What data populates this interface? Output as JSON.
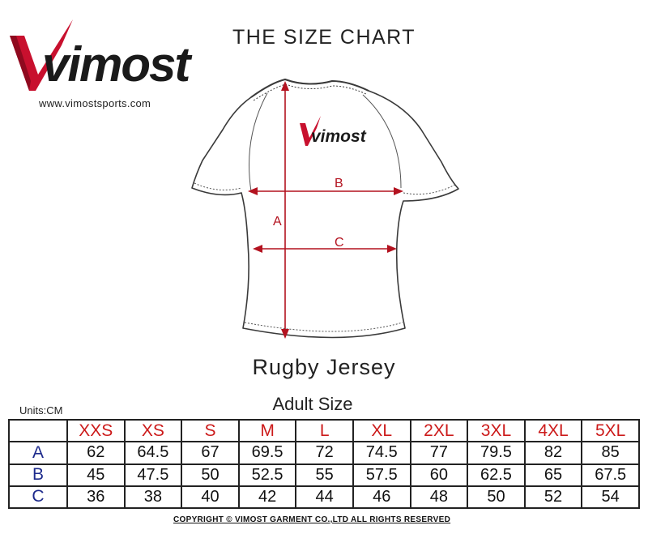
{
  "brand": {
    "logo_text": "vimost",
    "website": "www.vimostsports.com",
    "accent_color": "#c8102e"
  },
  "page": {
    "title": "THE SIZE CHART"
  },
  "illustration": {
    "chest_logo_text": "vimost",
    "measure_labels": {
      "a": "A",
      "b": "B",
      "c": "C"
    }
  },
  "product": {
    "name": "Rugby Jersey"
  },
  "table": {
    "units": "Units:CM",
    "title": "Adult Size",
    "sizes": [
      "XXS",
      "XS",
      "S",
      "M",
      "L",
      "XL",
      "2XL",
      "3XL",
      "4XL",
      "5XL"
    ],
    "rows": [
      {
        "label": "A",
        "values": [
          "62",
          "64.5",
          "67",
          "69.5",
          "72",
          "74.5",
          "77",
          "79.5",
          "82",
          "85"
        ]
      },
      {
        "label": "B",
        "values": [
          "45",
          "47.5",
          "50",
          "52.5",
          "55",
          "57.5",
          "60",
          "62.5",
          "65",
          "67.5"
        ]
      },
      {
        "label": "C",
        "values": [
          "36",
          "38",
          "40",
          "42",
          "44",
          "46",
          "48",
          "50",
          "52",
          "54"
        ]
      }
    ]
  },
  "footer": {
    "copyright": "COPYRIGHT © VIMOST GARMENT CO.,LTD ALL RIGHTS RESERVED"
  }
}
